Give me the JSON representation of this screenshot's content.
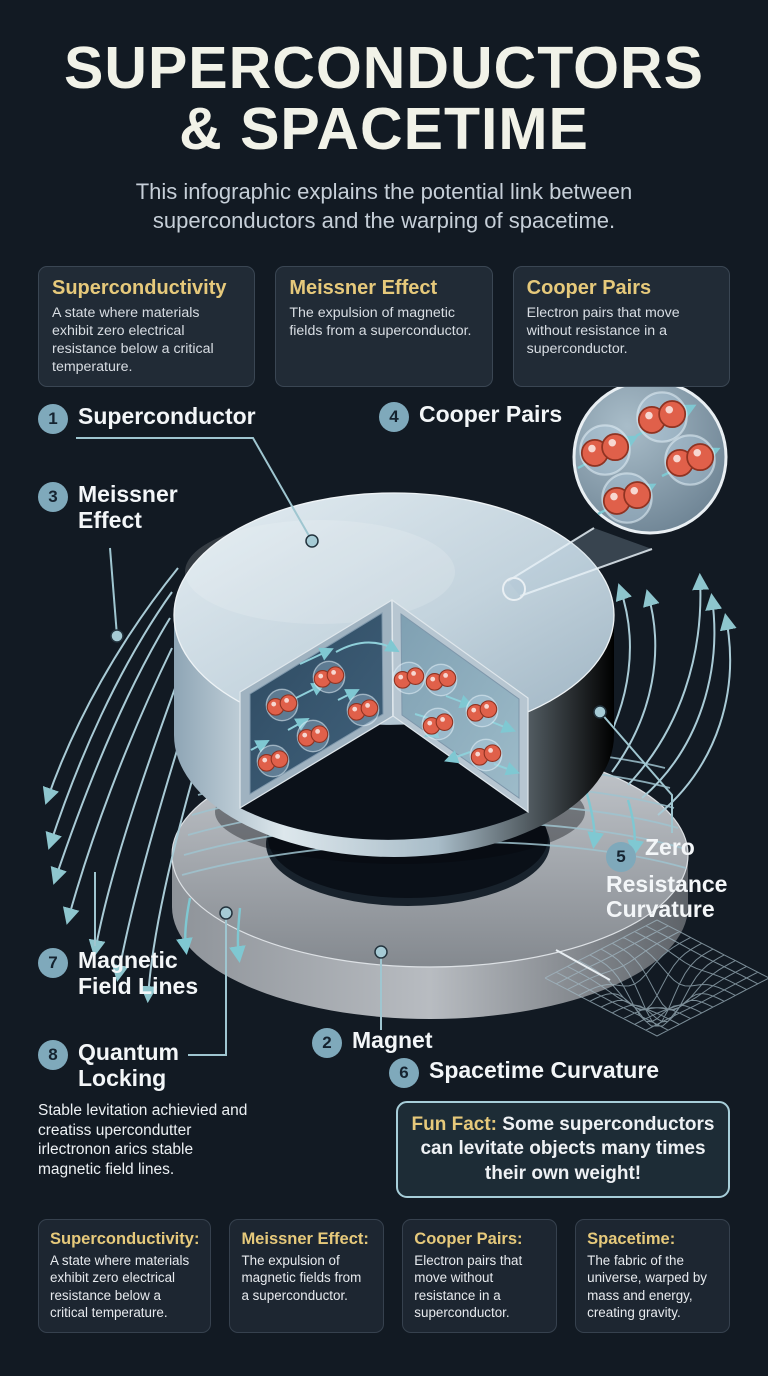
{
  "header": {
    "title_line1": "SUPERCONDUCTORS",
    "title_line2": "& SPACETIME",
    "subtitle_line1": "This infographic explains the potential link between",
    "subtitle_line2": "superconductors and the warping of spacetime."
  },
  "top_cards": [
    {
      "title": "Superconductivity",
      "body": "A state where materials exhibit zero electrical resistance below a critical temperature."
    },
    {
      "title": "Meissner Effect",
      "body": "The expulsion of magnetic fields from a superconductor."
    },
    {
      "title": "Cooper Pairs",
      "body": "Electron pairs that move without resistance in a superconductor."
    }
  ],
  "diagram": {
    "labels": {
      "superconductor": {
        "num": "1",
        "text": "Superconductor"
      },
      "magnet": {
        "num": "2",
        "text": "Magnet"
      },
      "meissner": {
        "num": "3",
        "text": "Meissner Effect"
      },
      "cooper": {
        "num": "4",
        "text": "Cooper Pairs"
      },
      "zero_resistance": {
        "num": "5",
        "text": "Zero Resistance Curvature"
      },
      "spacetime": {
        "num": "6",
        "text": "Spacetime Curvature"
      },
      "field_lines": {
        "num": "7",
        "text": "Magnetic Field Lines"
      },
      "quantum_locking": {
        "num": "8",
        "text": "Quantum Locking"
      }
    },
    "quantum_locking_body": "Stable levitation achievied and creatiss upercondutter irlectronon arics stable magnetic field lines.",
    "fun_fact_label": "Fun Fact:",
    "fun_fact_text": "Some superconductors can levitate objects many times their own weight!"
  },
  "bottom_cards": [
    {
      "title": "Superconductivity:",
      "body": "A state where materials exhibit zero electrical resistance below a critical temperature."
    },
    {
      "title": "Meissner Effect:",
      "body": "The expulsion of magnetic fields from a superconductor."
    },
    {
      "title": "Cooper Pairs:",
      "body": "Electron pairs that move without resistance in a superconductor."
    },
    {
      "title": "Spacetime:",
      "body": "The fabric of the universe, warped by mass and energy, creating gravity."
    }
  ],
  "colors": {
    "background": "#121a23",
    "accent_gold": "#e6c97b",
    "badge": "#7fa9bb",
    "field_line": "#a9cbd6",
    "electron": "#e0604a"
  }
}
